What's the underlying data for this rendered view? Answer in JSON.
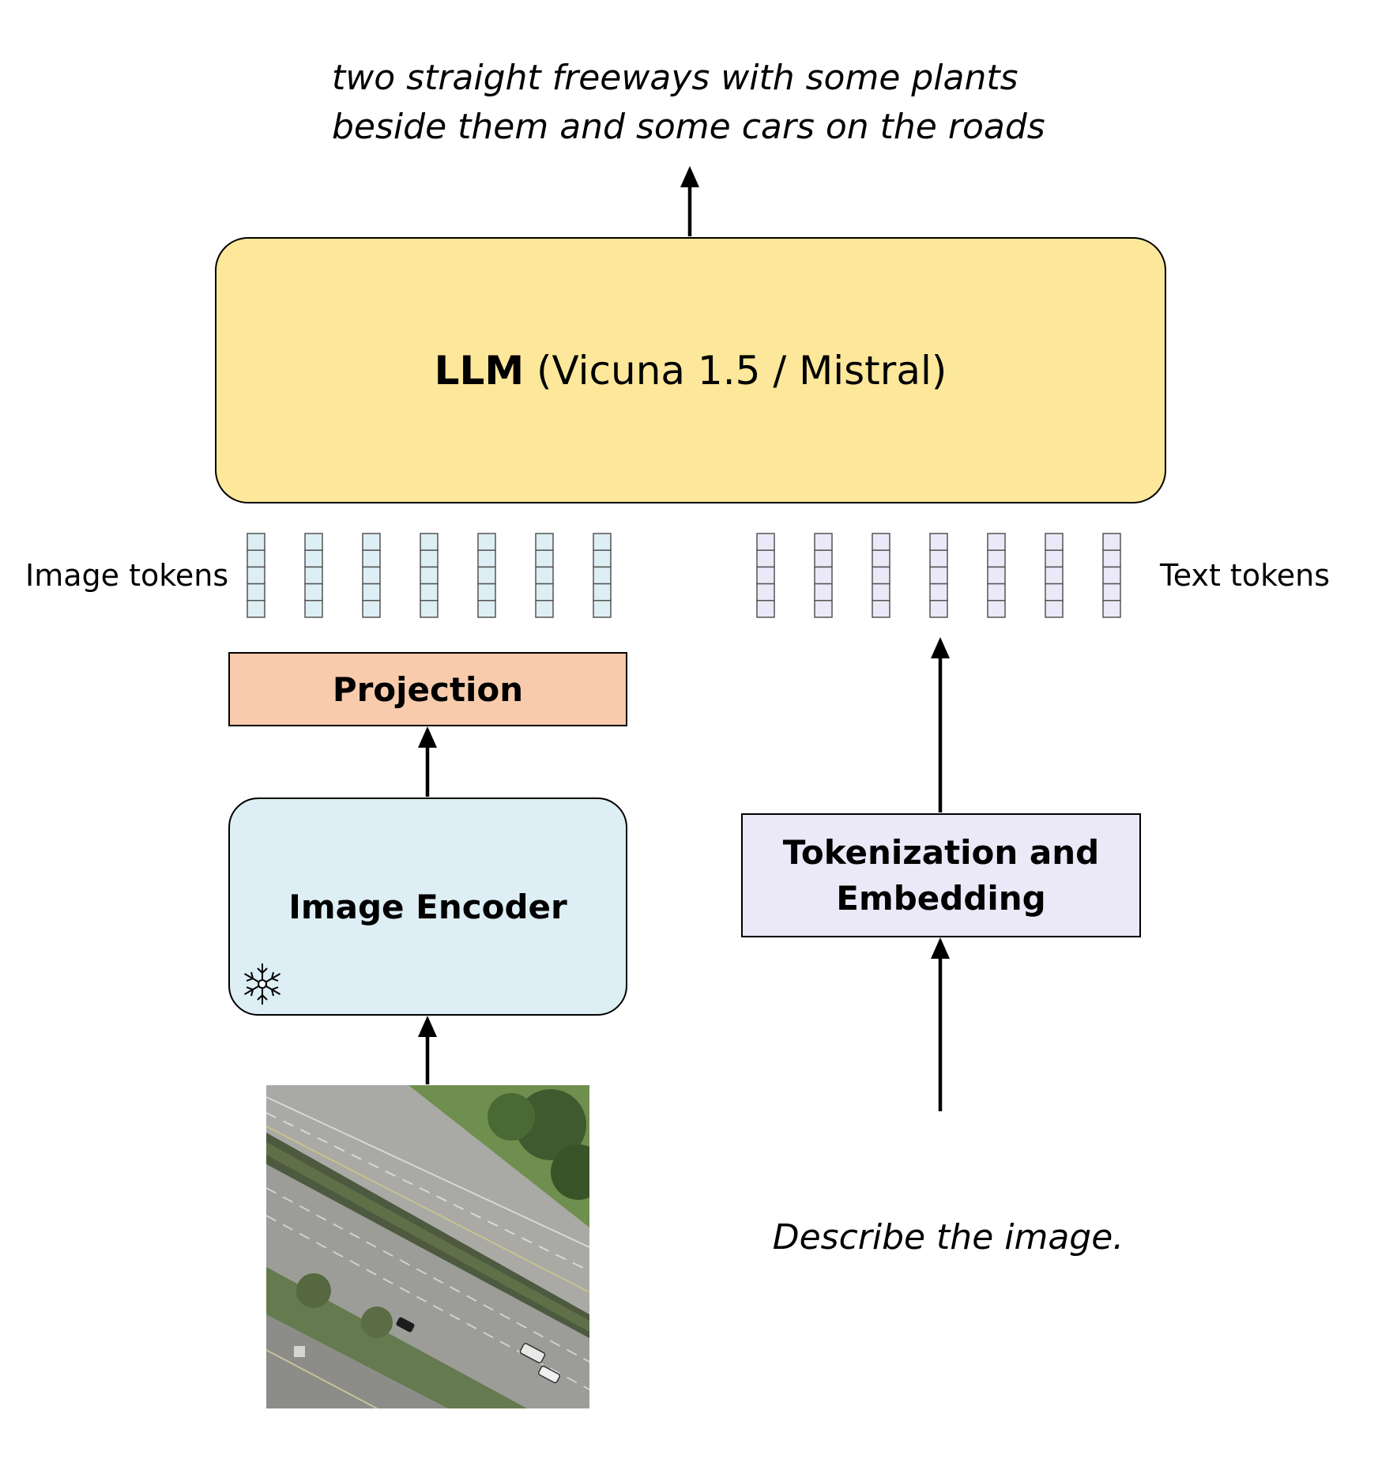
{
  "output_caption": {
    "line1": "two straight freeways with some plants",
    "line2": "beside them and some cars on the roads"
  },
  "llm": {
    "bold_label": "LLM",
    "detail": "(Vicuna 1.5 / Mistral)",
    "fill_color": "#FDE79A"
  },
  "image_tokens": {
    "label": "Image tokens",
    "count": 7,
    "cells_per_token": 5,
    "fill_color": "#DDEEF4"
  },
  "text_tokens": {
    "label": "Text tokens",
    "count": 7,
    "cells_per_token": 5,
    "fill_color": "#EBE8F8"
  },
  "projection": {
    "label": "Projection",
    "fill_color": "#F8CBAD"
  },
  "image_encoder": {
    "label": "Image Encoder",
    "frozen_icon": "snowflake-icon",
    "fill_color": "#DDEEF4"
  },
  "tokenization": {
    "line1": "Tokenization and",
    "line2": "Embedding",
    "fill_color": "#EBE8F8"
  },
  "input_image": {
    "content": "aerial-view-of-freeways"
  },
  "prompt": {
    "text": "Describe the image."
  }
}
